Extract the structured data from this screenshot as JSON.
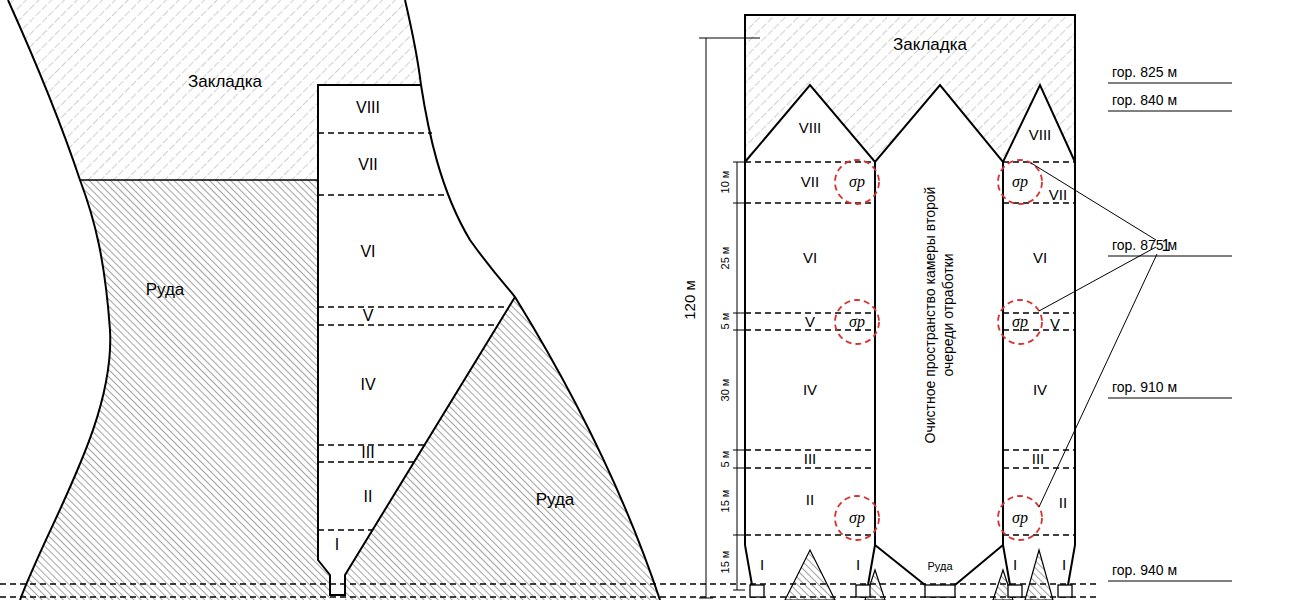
{
  "diagram": {
    "nodes": [
      {
        "text": [
          "Закладка"
        ]
      },
      {
        "text": [
          "Руда"
        ]
      },
      {
        "text": [
          "Руда"
        ]
      },
      {
        "text": [
          "Закладка"
        ]
      },
      {
        "text": [
          "Очистное пространство камеры второй очереди отработки"
        ]
      }
    ],
    "labels": [
      "VIII",
      "VII",
      "VI",
      "V",
      "IV",
      "III",
      "II",
      "I",
      "VIII",
      "VII",
      "VI",
      "V",
      "IV",
      "III",
      "II",
      "I",
      "I",
      "VIII",
      "VII",
      "VI",
      "V",
      "IV",
      "III",
      "II",
      "I",
      "I",
      "120 м",
      "10 м",
      "25 м",
      "5 м",
      "30 м",
      "5 м",
      "15 м",
      "15 м",
      "гор. 825 м",
      "гор. 840 м",
      "гор. 875 м",
      "гор. 910 м",
      "гор. 940 м",
      "σp",
      "σp",
      "σp",
      "σp",
      "σp",
      "σp",
      "1",
      "Руда"
    ]
  }
}
